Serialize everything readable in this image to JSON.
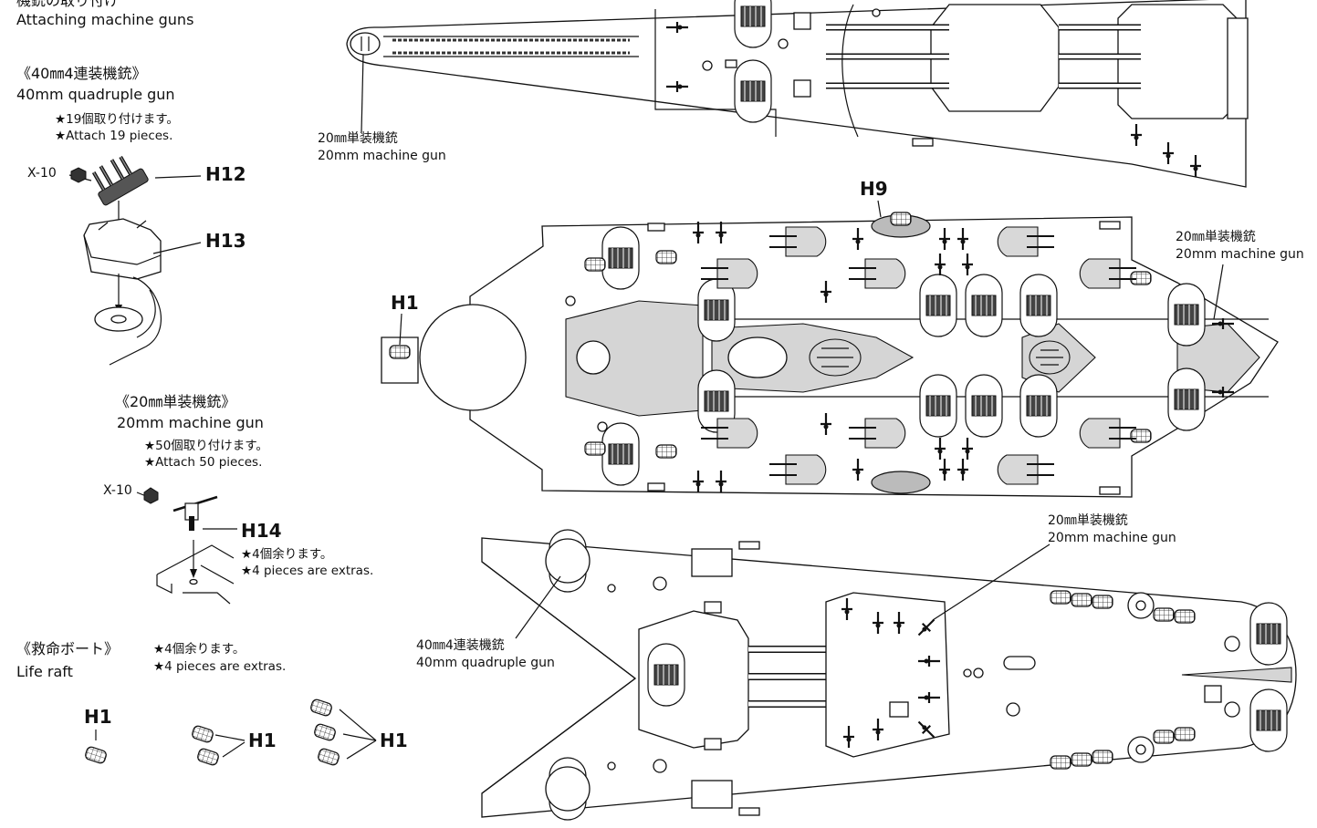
{
  "section": {
    "title_jp": "機銃の取り付け",
    "title_en": "Attaching machine guns"
  },
  "quad_gun": {
    "heading_jp": "《40㎜4連装機銃》",
    "heading_en": "40mm quadruple gun",
    "note_jp": "★19個取り付けます。",
    "note_en": "★Attach 19 pieces.",
    "parts": [
      "X-10",
      "H12",
      "H13"
    ]
  },
  "single_gun": {
    "heading_jp": "《20㎜単装機銃》",
    "heading_en": "20mm machine gun",
    "note_jp": "★50個取り付けます。",
    "note_en": "★Attach 50 pieces.",
    "parts": [
      "X-10",
      "H14"
    ],
    "extra_jp": "★4個余ります。",
    "extra_en": "★4 pieces are extras."
  },
  "life_raft": {
    "heading_jp": "《救命ボート》",
    "heading_en": "Life raft",
    "extra_jp": "★4個余ります。",
    "extra_en": "★4 pieces are extras.",
    "parts": [
      "H1",
      "H1",
      "H1"
    ]
  },
  "callouts": {
    "gun20_jp": "20㎜単装機銃",
    "gun20_en": "20mm machine gun",
    "quad40_jp": "40㎜4連装機銃",
    "quad40_en": "40mm quadruple gun",
    "h9": "H9",
    "h1": "H1"
  }
}
